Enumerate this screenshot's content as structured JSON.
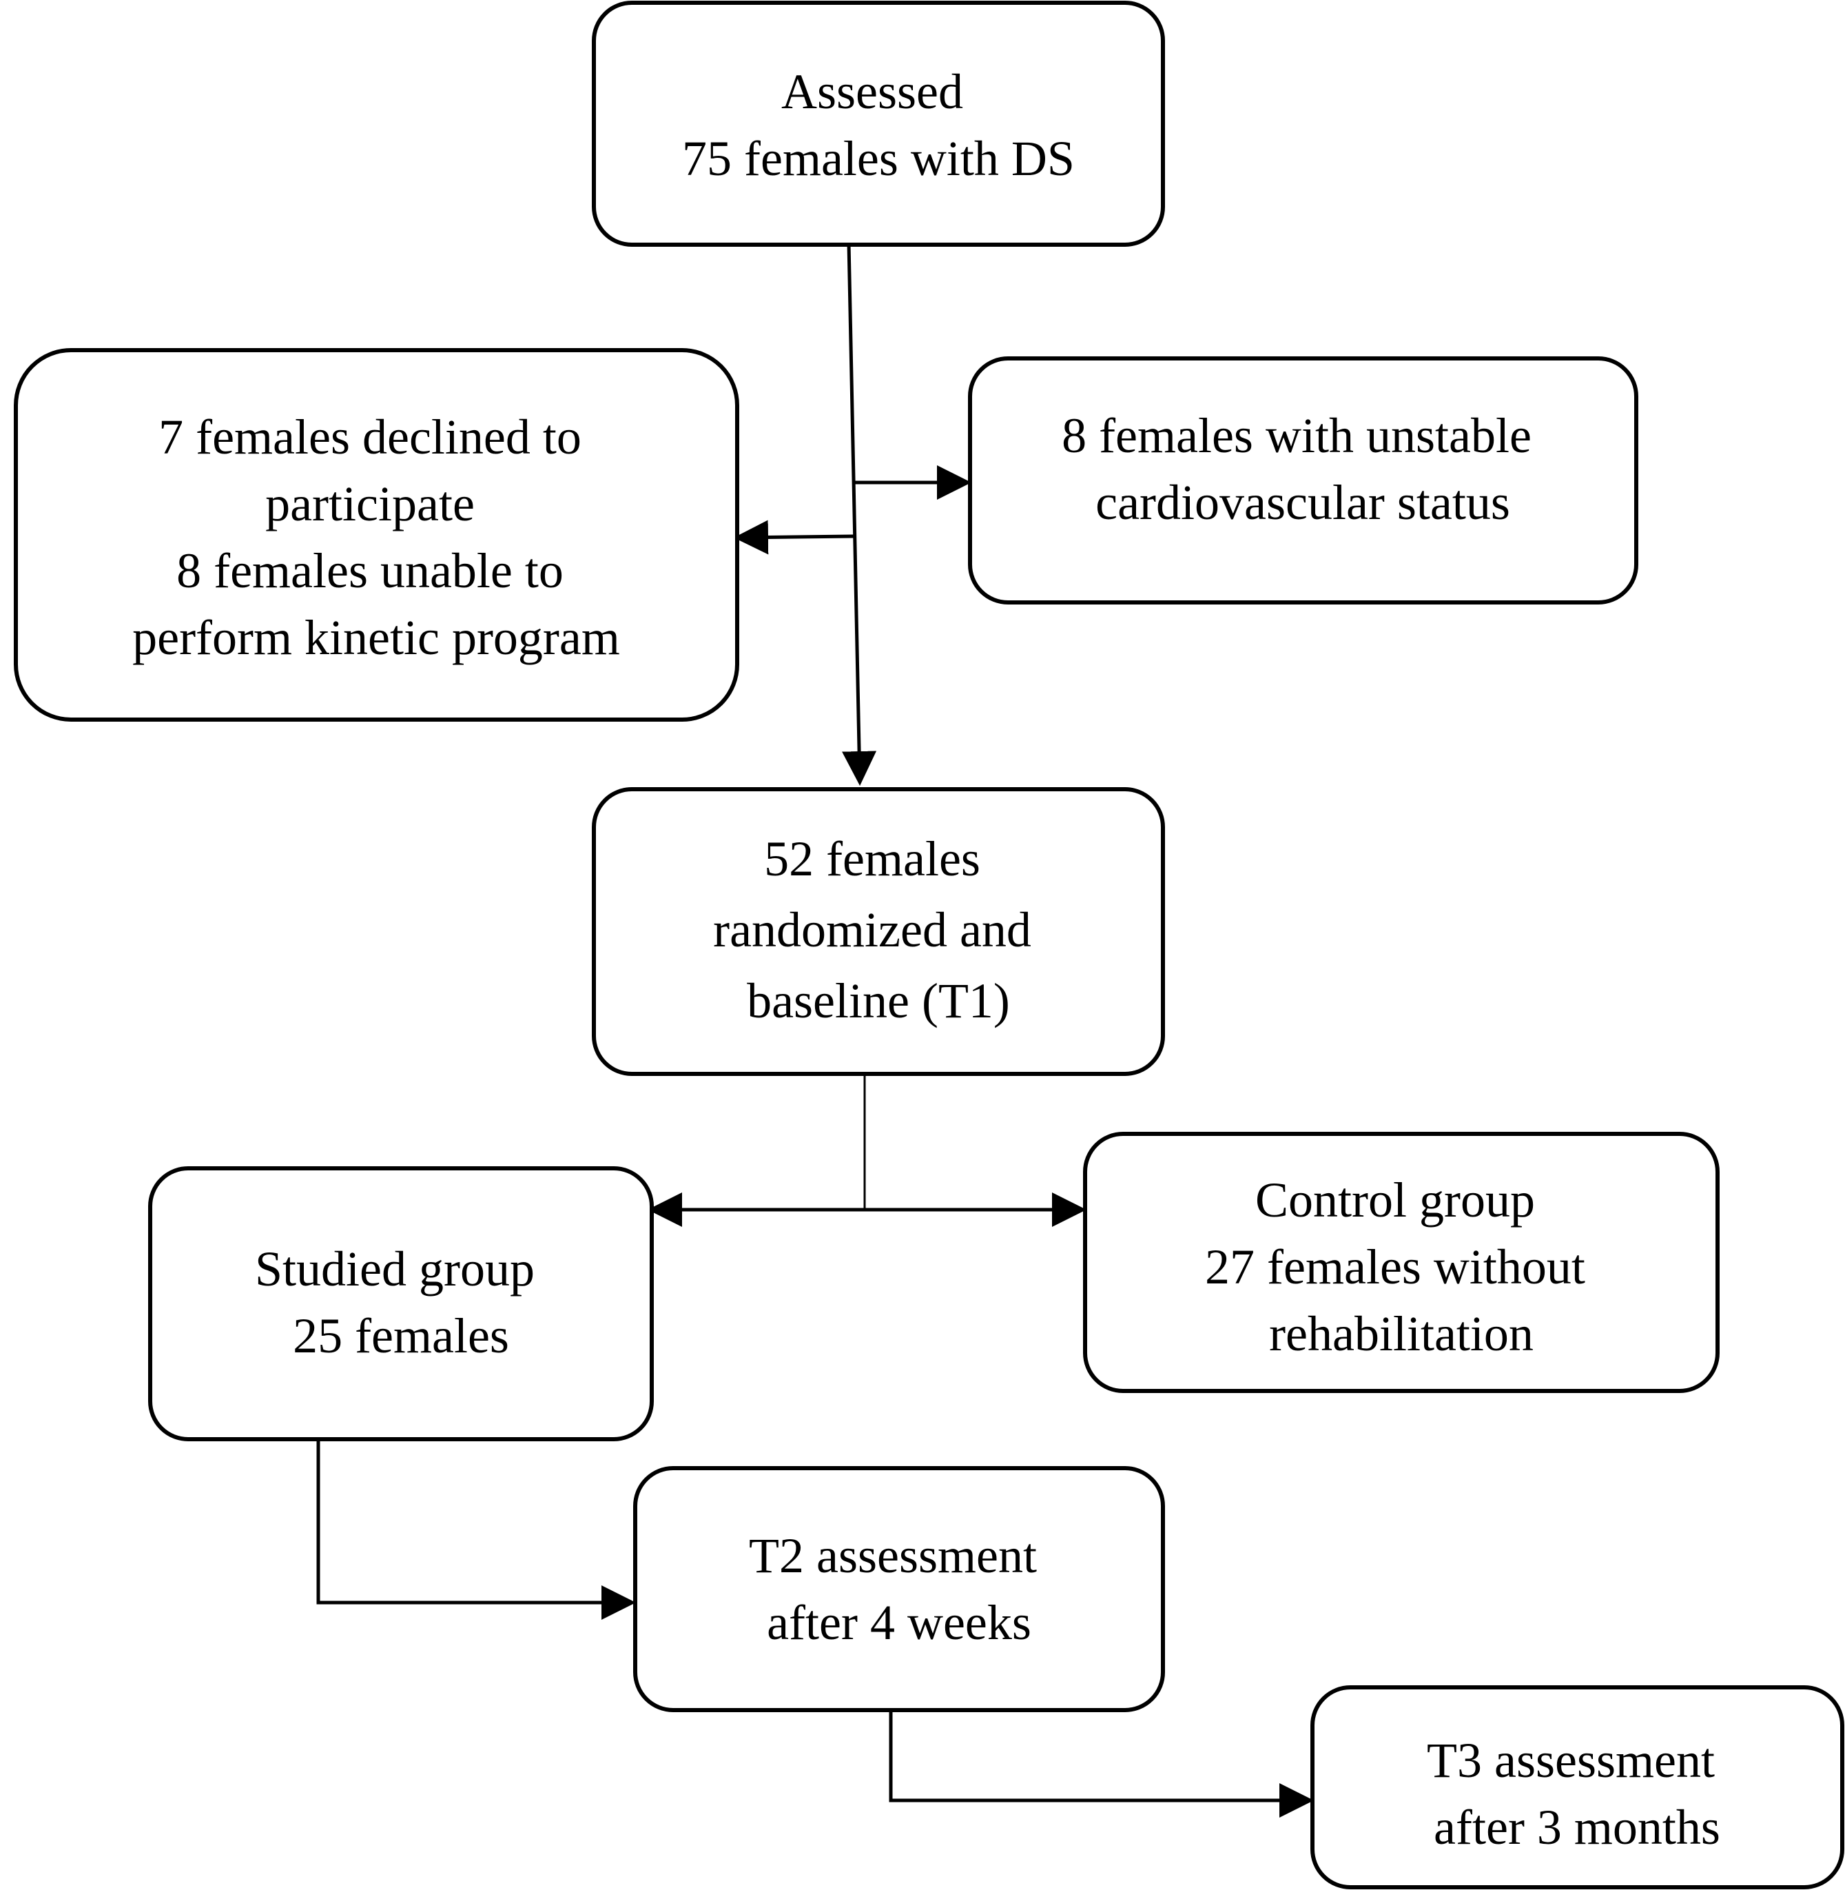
{
  "nodes": [
    {
      "id": "assessed",
      "lines": [
        "Assessed",
        "75 females with DS"
      ]
    },
    {
      "id": "excluded-left",
      "lines": [
        "7 females declined to",
        "participate",
        "8 females unable to",
        "perform kinetic program"
      ]
    },
    {
      "id": "excluded-right",
      "lines": [
        "8 females with unstable",
        "cardiovascular status"
      ]
    },
    {
      "id": "randomized",
      "lines": [
        "52 females",
        "randomized and",
        "baseline (T1)"
      ]
    },
    {
      "id": "studied",
      "lines": [
        "Studied group",
        "25 females"
      ]
    },
    {
      "id": "control",
      "lines": [
        "Control group",
        "27 females without",
        "rehabilitation"
      ]
    },
    {
      "id": "t2",
      "lines": [
        "T2 assessment",
        "after 4 weeks"
      ]
    },
    {
      "id": "t3",
      "lines": [
        "T3 assessment",
        "after 3 months"
      ]
    }
  ],
  "edges": [
    {
      "from": "assessed",
      "to": "randomized"
    },
    {
      "from": "assessed",
      "to": "excluded-left"
    },
    {
      "from": "assessed",
      "to": "excluded-right"
    },
    {
      "from": "randomized",
      "to": "studied"
    },
    {
      "from": "randomized",
      "to": "control"
    },
    {
      "from": "studied",
      "to": "t2"
    },
    {
      "from": "t2",
      "to": "t3"
    }
  ],
  "colors": {
    "stroke": "#000000",
    "fill": "#ffffff"
  }
}
